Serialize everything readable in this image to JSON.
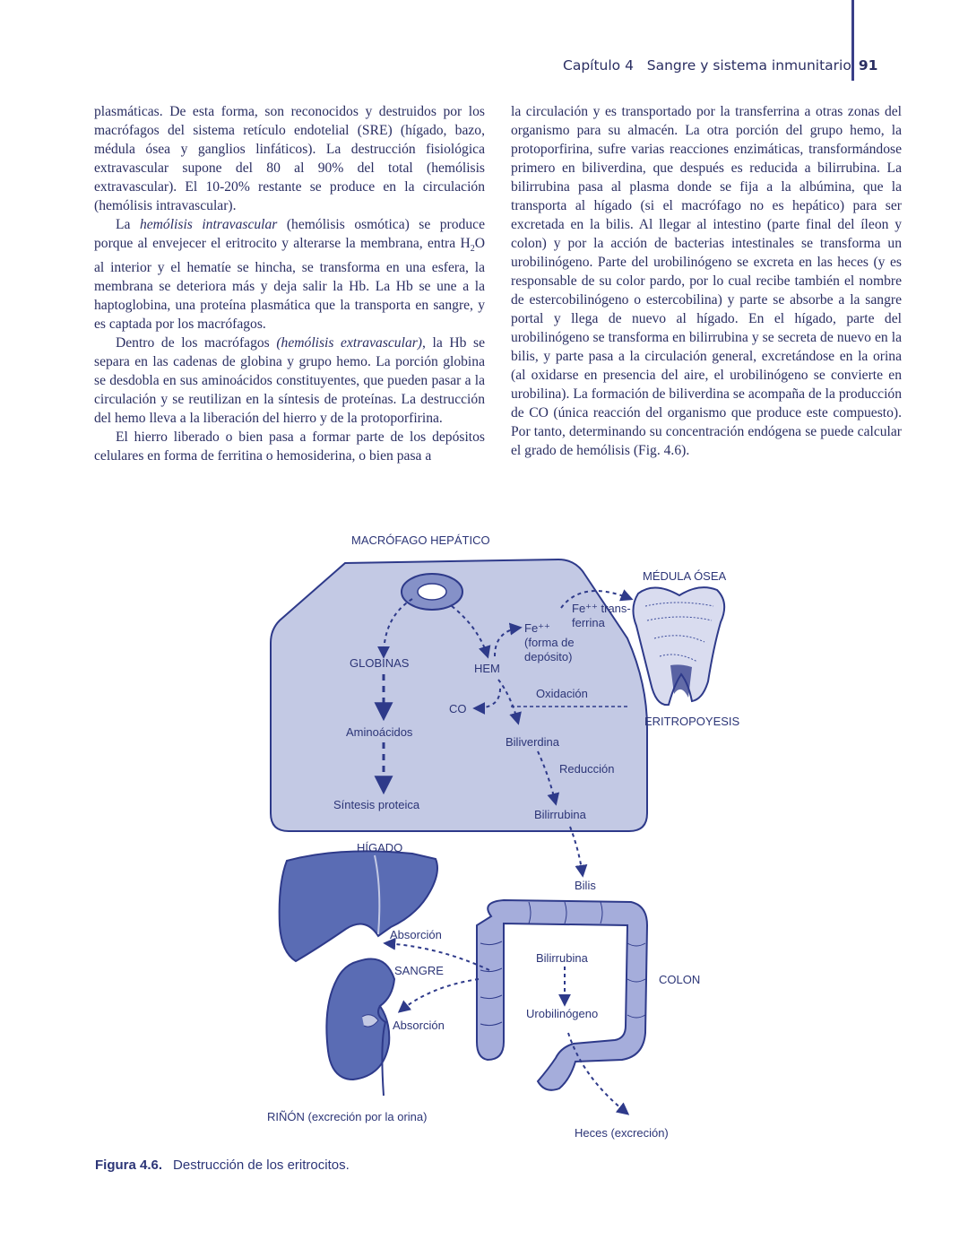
{
  "header": {
    "chapter": "Capítulo 4   Sangre y sistema inmunitario",
    "page_number": "91"
  },
  "left_column": {
    "p1": "plasmáticas. De esta forma, son reconocidos y destruidos por los macrófagos del sistema retículo endotelial (SRE) (hígado, bazo, médula ósea y ganglios linfáticos). La destrucción fisiológica extravascular supone del 80 al 90% del total (hemólisis extravascular). El 10-20% restante se produce en la circulación (hemólisis intravascular).",
    "p2_a": "La ",
    "p2_em": "hemólisis intravascular",
    "p2_b": " (hemólisis osmótica) se produce porque al envejecer el eritrocito y alterarse la membrana, entra H",
    "p2_sub": "2",
    "p2_c": "O al interior y el hematíe se hincha, se transforma en una esfera, la membrana se deteriora más y deja salir la Hb. La Hb se une a la haptoglobina, una proteína plasmática que la transporta en sangre, y es captada por los macrófagos.",
    "p3_a": "Dentro de los macrófagos ",
    "p3_em": "(hemólisis extravascular)",
    "p3_b": ", la Hb se separa en las cadenas de globina y grupo hemo. La porción globina se desdobla en sus aminoácidos constituyentes, que pueden pasar a la circulación y se reutilizan en la síntesis de proteínas. La destrucción del hemo lleva a la liberación del hierro y de la protoporfirina.",
    "p4": "El hierro liberado o bien pasa a formar parte de los depósitos celulares en forma de ferritina o hemosiderina, o bien pasa a"
  },
  "right_column": {
    "p1": "la circulación y es transportado por la transferrina a otras zonas del organismo para su almacén. La otra porción del grupo hemo, la protoporfirina, sufre varias reacciones enzimáticas, transformándose primero en biliverdina, que después es reducida a bilirrubina. La bilirrubina pasa al plasma donde se fija a la albúmina, que la transporta al hígado (si el macrófago no es hepático) para ser excretada en la bilis. Al llegar al intestino (parte final del íleon y colon) y por la acción de bacterias intestinales se transforma un urobilinógeno. Parte del urobilinógeno se excreta en las heces (y es responsable de su color pardo, por lo cual recibe también el nombre de estercobilinógeno o estercobilina) y parte se absorbe a la sangre portal y llega de nuevo al hígado. En el hígado, parte del urobilinógeno se transforma en bilirrubina y se secreta de nuevo en la bilis, y parte pasa a la circulación general, excretándose en la orina (al oxidarse en presencia del aire, el urobilinógeno se convierte en urobilina). La formación de biliverdina se acompaña de la producción de CO (única reacción del organismo que produce este compuesto). Por tanto, determinando su concentración endógena se puede calcular el grado de hemólisis (Fig. 4.6)."
  },
  "figure": {
    "labels": {
      "macrofago": "MACRÓFAGO HEPÁTICO",
      "medula": "MÉDULA ÓSEA",
      "fe_trans_1": "Fe⁺⁺ trans-",
      "fe_trans_2": "ferrina",
      "fe_dep_1": "Fe⁺⁺",
      "fe_dep_2": "(forma de",
      "fe_dep_3": "depósito)",
      "globinas": "GLOBINAS",
      "hem": "HEM",
      "oxidacion": "Oxidación",
      "co": "CO",
      "eritropoyesis": "ERITROPOYESIS",
      "aminoacidos": "Aminoácidos",
      "biliverdina": "Biliverdina",
      "reduccion": "Reducción",
      "sintesis": "Síntesis proteica",
      "bilirrubina": "Bilirrubina",
      "higado": "HÍGADO",
      "bilis": "Bilis",
      "absorcion1": "Absorción",
      "sangre": "SANGRE",
      "bilirrubina2": "Bilirrubina",
      "colon": "COLON",
      "urobilinogeno": "Urobilinógeno",
      "absorcion2": "Absorción",
      "rinon": "RIÑÓN (excreción por la orina)",
      "heces": "Heces (excreción)"
    },
    "colors": {
      "fill": "#c3c9e4",
      "stroke": "#2e3a8a",
      "dark": "#3a4a9a",
      "text": "#2c3577"
    }
  },
  "caption": {
    "number": "Figura 4.6.",
    "text": "Destrucción de los eritrocitos."
  }
}
